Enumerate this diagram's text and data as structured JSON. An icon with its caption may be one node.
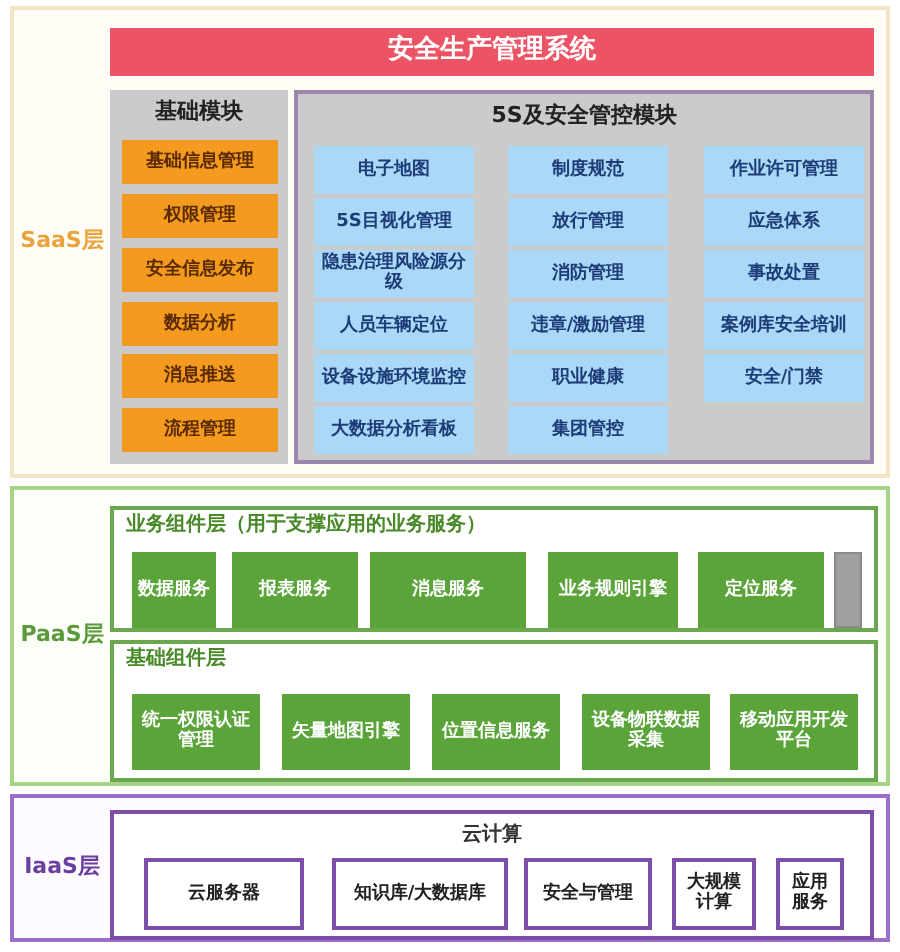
{
  "diagram": {
    "nodes": [
      {
        "text": [
          "SaaS层"
        ]
      },
      {
        "text": [
          "安全生产管理系统"
        ],
        "in": 0
      },
      {
        "text": [
          "基础模块"
        ],
        "in": 0
      },
      {
        "text": [
          "基础信息管理"
        ],
        "in": 2
      },
      {
        "text": [
          "权限管理"
        ],
        "in": 2
      },
      {
        "text": [
          "安全信息发布"
        ],
        "in": 2
      },
      {
        "text": [
          "数据分析"
        ],
        "in": 2
      },
      {
        "text": [
          "消息推送"
        ],
        "in": 2
      },
      {
        "text": [
          "流程管理"
        ],
        "in": 2
      },
      {
        "text": [
          "5S及安全管控模块"
        ],
        "in": 0
      },
      {
        "text": [
          "电子地图"
        ],
        "in": 9
      },
      {
        "text": [
          "制度规范"
        ],
        "in": 9
      },
      {
        "text": [
          "作业许可管理"
        ],
        "in": 9
      },
      {
        "text": [
          "5S目视化管理"
        ],
        "in": 9
      },
      {
        "text": [
          "放行管理"
        ],
        "in": 9
      },
      {
        "text": [
          "应急体系"
        ],
        "in": 9
      },
      {
        "text": [
          "隐患治理风险源分级"
        ],
        "in": 9
      },
      {
        "text": [
          "消防管理"
        ],
        "in": 9
      },
      {
        "text": [
          "事故处置"
        ],
        "in": 9
      },
      {
        "text": [
          "人员车辆定位"
        ],
        "in": 9
      },
      {
        "text": [
          "违章/激励管理"
        ],
        "in": 9
      },
      {
        "text": [
          "案例库安全培训"
        ],
        "in": 9
      },
      {
        "text": [
          "设备设施环境监控"
        ],
        "in": 9
      },
      {
        "text": [
          "职业健康"
        ],
        "in": 9
      },
      {
        "text": [
          "安全/门禁"
        ],
        "in": 9
      },
      {
        "text": [
          "大数据分析看板"
        ],
        "in": 9
      },
      {
        "text": [
          "集团管控"
        ],
        "in": 9
      },
      {
        "text": [
          "PaaS层"
        ]
      },
      {
        "text": [
          "业务组件层（用于支撑应用的业务服务）"
        ],
        "in": 27
      },
      {
        "text": [
          "数据服务"
        ],
        "in": 28
      },
      {
        "text": [
          "报表服务"
        ],
        "in": 28
      },
      {
        "text": [
          "消息服务"
        ],
        "in": 28
      },
      {
        "text": [
          "业务规则引擎"
        ],
        "in": 28
      },
      {
        "text": [
          "定位服务"
        ],
        "in": 28
      },
      {
        "text": [],
        "shape": "box",
        "in": 28
      },
      {
        "text": [
          "基础组件层"
        ],
        "in": 27
      },
      {
        "text": [
          "统一权限认证管理"
        ],
        "in": 35
      },
      {
        "text": [
          "矢量地图引擎"
        ],
        "in": 35
      },
      {
        "text": [
          "位置信息服务"
        ],
        "in": 35
      },
      {
        "text": [
          "设备物联数据采集"
        ],
        "in": 35
      },
      {
        "text": [
          "移动应用开发平台"
        ],
        "in": 35
      },
      {
        "text": [
          "IaaS层"
        ]
      },
      {
        "text": [
          "云计算"
        ],
        "in": 41
      },
      {
        "text": [
          "云服务器"
        ],
        "in": 42
      },
      {
        "text": [
          "知识库/大数据库"
        ],
        "in": 42
      },
      {
        "text": [
          "安全与管理"
        ],
        "in": 42
      },
      {
        "text": [
          "大规模计算"
        ],
        "in": 42
      },
      {
        "text": [
          "应用服务"
        ],
        "in": 42
      }
    ]
  }
}
